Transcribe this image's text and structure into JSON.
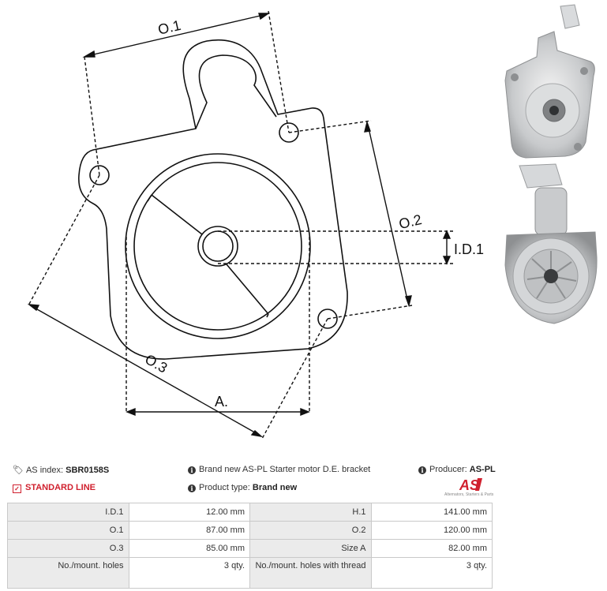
{
  "drawing": {
    "dim_o1": "O.1",
    "dim_o2": "O.2",
    "dim_o3": "O.3",
    "dim_id1": "I.D.1",
    "dim_a": "A."
  },
  "info": {
    "as_index_label": "AS index:",
    "as_index_value": "SBR0158S",
    "description": "Brand new AS-PL Starter motor D.E. bracket",
    "producer_label": "Producer:",
    "producer_value": "AS-PL",
    "line": "STANDARD LINE",
    "product_type_label": "Product type:",
    "product_type_value": "Brand new"
  },
  "logo": {
    "mark": "AS",
    "tagline": "Alternators, Starters & Parts",
    "color": "#d0202e"
  },
  "specs": [
    [
      "I.D.1",
      "12.00 mm",
      "H.1",
      "141.00 mm"
    ],
    [
      "O.1",
      "87.00 mm",
      "O.2",
      "120.00 mm"
    ],
    [
      "O.3",
      "85.00 mm",
      "Size A",
      "82.00 mm"
    ],
    [
      "No./mount. holes",
      "3 qty.",
      "No./mount. holes with thread",
      "3 qty."
    ]
  ]
}
